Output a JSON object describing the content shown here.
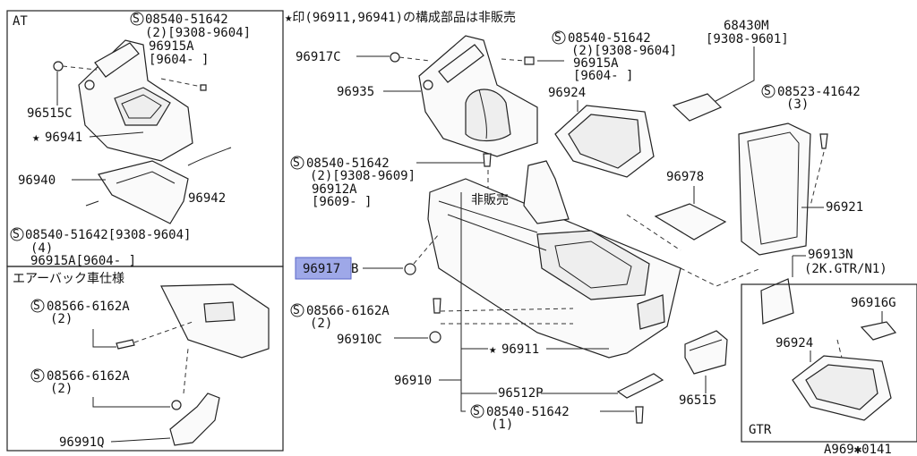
{
  "header_note": "★印(96911,96941)の構成部品は非販売",
  "footer_code": "A969✱0141",
  "panels": {
    "at_title": "AT",
    "airbag_title": "エアーバック車仕様",
    "gtr_title": "GTR"
  },
  "labels": {
    "at_s1": "08540-51642",
    "at_s1_qty": "(2)[9308-9604]",
    "at_96915a": "96915A",
    "at_96915a_range": "[9604-      ]",
    "at_96515c": "96515C",
    "at_96941": "96941",
    "at_96940": "96940",
    "at_96942": "96942",
    "at_s2": "08540-51642[9308-9604]",
    "at_s2_qty": "(4)",
    "at_96915a_b": "96915A[9604-      ]",
    "ab_s1": "08566-6162A",
    "ab_s1_qty": "(2)",
    "ab_s2": "08566-6162A",
    "ab_s2_qty": "(2)",
    "ab_96991q": "96991Q",
    "m_96917c": "96917C",
    "m_96935": "96935",
    "m_s1": "08540-51642",
    "m_s1_qty": "(2)[9308-9604]",
    "m_96915a": "96915A",
    "m_96915a_range": "[9604-      ]",
    "m_68430m": "68430M",
    "m_68430m_range": "[9308-9601]",
    "m_s2": "08523-41642",
    "m_s2_qty": "(3)",
    "m_96924": "96924",
    "m_s3": "08540-51642",
    "m_s3_qty": "(2)[9308-9609]",
    "m_96912a": "96912A",
    "m_96912a_range": "[9609-      ]",
    "m_hihanbai": "非販売",
    "m_96978": "96978",
    "m_96921": "96921",
    "m_96917b_hl": "96917",
    "m_96917b_suffix": "B",
    "m_96913n": "96913N",
    "m_96913n_note": "(2K.GTR/N1)",
    "m_s4": "08566-6162A",
    "m_s4_qty": "(2)",
    "m_96910c": "96910C",
    "m_96911": "96911",
    "m_96910": "96910",
    "m_96512p": "96512P",
    "m_s5": "08540-51642",
    "m_s5_qty": "(1)",
    "m_96515": "96515",
    "g_96916g": "96916G",
    "g_96924": "96924"
  },
  "symbols": {
    "screw_mark": "S",
    "star": "★"
  }
}
